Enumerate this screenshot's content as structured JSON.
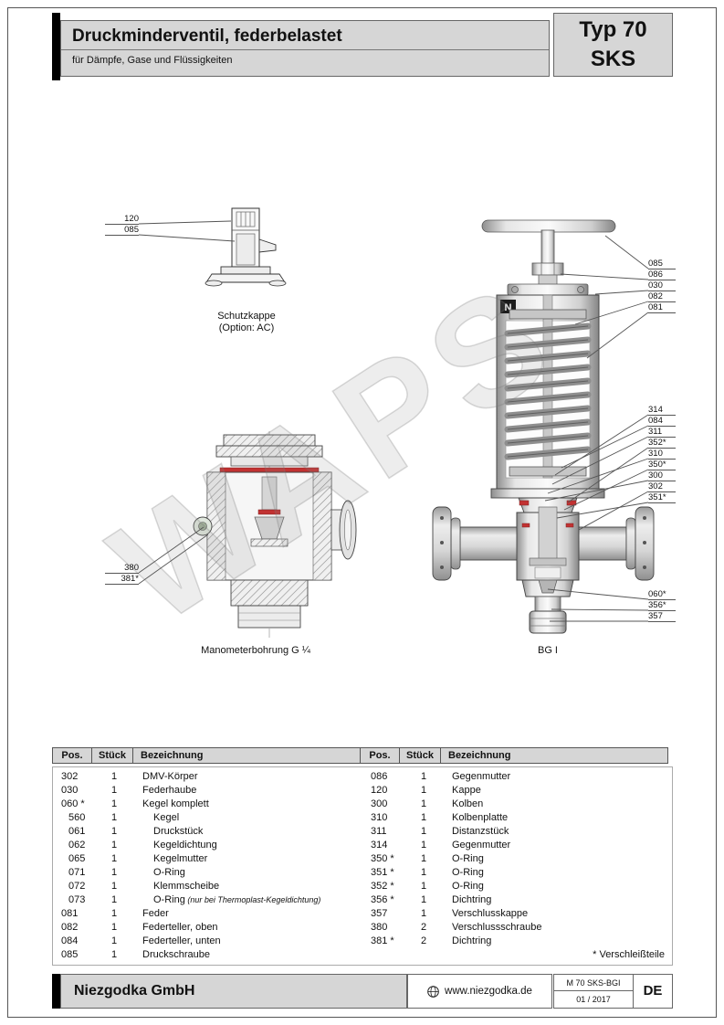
{
  "header": {
    "title": "Druckminderventil, federbelastet",
    "subtitle": "für Dämpfe, Gase und Flüssigkeiten",
    "type_model": "Typ 70",
    "type_series": "SKS"
  },
  "watermark": "WAPS",
  "drawings": {
    "schutzkappe": {
      "caption_line1": "Schutzkappe",
      "caption_line2": "(Option: AC)",
      "labels": [
        "120",
        "085"
      ]
    },
    "manometer": {
      "caption": "Manometerbohrung G ¼",
      "labels": [
        "380",
        "381*"
      ]
    },
    "main": {
      "caption": "BG I",
      "logo_letter": "N",
      "labels_top": [
        "085",
        "086",
        "030",
        "082",
        "081"
      ],
      "labels_mid": [
        "314",
        "084",
        "311",
        "352*",
        "310",
        "350*",
        "300",
        "302",
        "351*"
      ],
      "labels_bottom": [
        "060*",
        "356*",
        "357"
      ]
    }
  },
  "table": {
    "headers": [
      "Pos.",
      "Stück",
      "Bezeichnung"
    ],
    "left_rows": [
      {
        "pos": "302",
        "qty": "1",
        "name": "DMV-Körper"
      },
      {
        "pos": "030",
        "qty": "1",
        "name": "Federhaube"
      },
      {
        "pos": "060 *",
        "qty": "1",
        "name": "Kegel komplett"
      },
      {
        "pos": "560",
        "qty": "1",
        "name": "Kegel",
        "indent": true
      },
      {
        "pos": "061",
        "qty": "1",
        "name": "Druckstück",
        "indent": true
      },
      {
        "pos": "062",
        "qty": "1",
        "name": "Kegeldichtung",
        "indent": true
      },
      {
        "pos": "065",
        "qty": "1",
        "name": "Kegelmutter",
        "indent": true
      },
      {
        "pos": "071",
        "qty": "1",
        "name": "O-Ring",
        "indent": true
      },
      {
        "pos": "072",
        "qty": "1",
        "name": "Klemmscheibe",
        "indent": true
      },
      {
        "pos": "073",
        "qty": "1",
        "name": "O-Ring",
        "note": "(nur bei Thermoplast-Kegeldichtung)",
        "indent": true
      },
      {
        "pos": "081",
        "qty": "1",
        "name": "Feder"
      },
      {
        "pos": "082",
        "qty": "1",
        "name": "Federteller, oben"
      },
      {
        "pos": "084",
        "qty": "1",
        "name": "Federteller, unten"
      },
      {
        "pos": "085",
        "qty": "1",
        "name": "Druckschraube"
      }
    ],
    "right_rows": [
      {
        "pos": "086",
        "qty": "1",
        "name": "Gegenmutter"
      },
      {
        "pos": "120",
        "qty": "1",
        "name": "Kappe"
      },
      {
        "pos": "300",
        "qty": "1",
        "name": "Kolben"
      },
      {
        "pos": "310",
        "qty": "1",
        "name": "Kolbenplatte"
      },
      {
        "pos": "311",
        "qty": "1",
        "name": "Distanzstück"
      },
      {
        "pos": "314",
        "qty": "1",
        "name": "Gegenmutter"
      },
      {
        "pos": "350 *",
        "qty": "1",
        "name": "O-Ring"
      },
      {
        "pos": "351 *",
        "qty": "1",
        "name": "O-Ring"
      },
      {
        "pos": "352 *",
        "qty": "1",
        "name": "O-Ring"
      },
      {
        "pos": "356 *",
        "qty": "1",
        "name": "Dichtring"
      },
      {
        "pos": "357",
        "qty": "1",
        "name": "Verschlusskappe"
      },
      {
        "pos": "380",
        "qty": "2",
        "name": "Verschlussschraube"
      },
      {
        "pos": "381 *",
        "qty": "2",
        "name": "Dichtring"
      }
    ],
    "footnote": "* Verschleißteile"
  },
  "footer": {
    "company": "Niezgodka GmbH",
    "website": "www.niezgodka.de",
    "doc_ref": "M 70 SKS-BGI",
    "doc_date": "01 / 2017",
    "language": "DE"
  }
}
